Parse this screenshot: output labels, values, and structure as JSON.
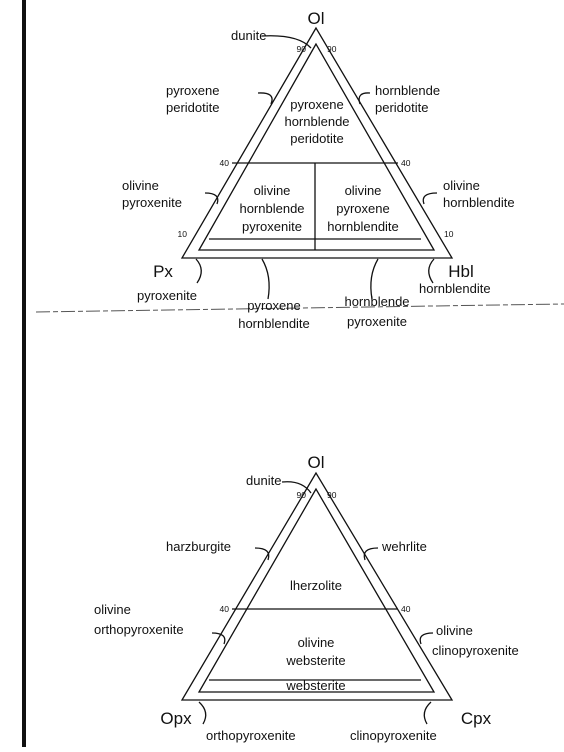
{
  "colors": {
    "ink": "#111111",
    "paper": "#ffffff"
  },
  "diagram_top": {
    "apex_top": "Ol",
    "apex_left": "Px",
    "apex_right": "Hbl",
    "ticks": {
      "t90_left": "90",
      "t90_right": "90",
      "t40_left": "40",
      "t40_right": "40",
      "t10_left": "10",
      "t10_right": "10"
    },
    "outer": {
      "dunite": "dunite",
      "pyroxene_peridotite": [
        "pyroxene",
        "peridotite"
      ],
      "hornblende_peridotite": [
        "hornblende",
        "peridotite"
      ],
      "olivine_pyroxenite": [
        "olivine",
        "pyroxenite"
      ],
      "olivine_hornblendite": [
        "olivine",
        "hornblendite"
      ],
      "pyroxenite": "pyroxenite",
      "hornblendite": "hornblendite",
      "pyroxene_hornblendite": [
        "pyroxene",
        "hornblendite"
      ],
      "hornblende_pyroxenite": [
        "hornblende",
        "pyroxenite"
      ]
    },
    "inner": {
      "pyroxene_hornblende_peridotite": [
        "pyroxene",
        "hornblende",
        "peridotite"
      ],
      "olivine_hornblende_pyroxenite": [
        "olivine",
        "hornblende",
        "pyroxenite"
      ],
      "olivine_pyroxene_hornblendite": [
        "olivine",
        "pyroxene",
        "hornblendite"
      ]
    }
  },
  "diagram_bottom": {
    "apex_top": "Ol",
    "apex_left": "Opx",
    "apex_right": "Cpx",
    "ticks": {
      "t90_left": "90",
      "t90_right": "90",
      "t40_left": "40",
      "t40_right": "40"
    },
    "outer": {
      "dunite": "dunite",
      "harzburgite": "harzburgite",
      "wehrlite": "wehrlite",
      "olivine_orthopyroxenite": [
        "olivine",
        "orthopyroxenite"
      ],
      "olivine_clinopyroxenite": [
        "olivine",
        "clinopyroxenite"
      ],
      "orthopyroxenite": "orthopyroxenite",
      "clinopyroxenite": "clinopyroxenite"
    },
    "inner": {
      "lherzolite": "lherzolite",
      "olivine_websterite": [
        "olivine",
        "websterite"
      ],
      "websterite": "websterite"
    }
  }
}
